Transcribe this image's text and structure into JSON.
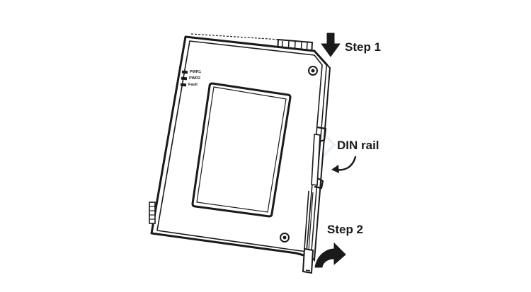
{
  "labels": {
    "step1": "Step 1",
    "din_rail": "DIN rail",
    "step2": "Step 2"
  },
  "led_labels": [
    "PWR1",
    "PWR2",
    "Fault"
  ],
  "colors": {
    "outline": "#1a1a1a",
    "arrow": "#1a1a1a",
    "panel": "#ffffff",
    "watermark": "#dfe8f3"
  }
}
